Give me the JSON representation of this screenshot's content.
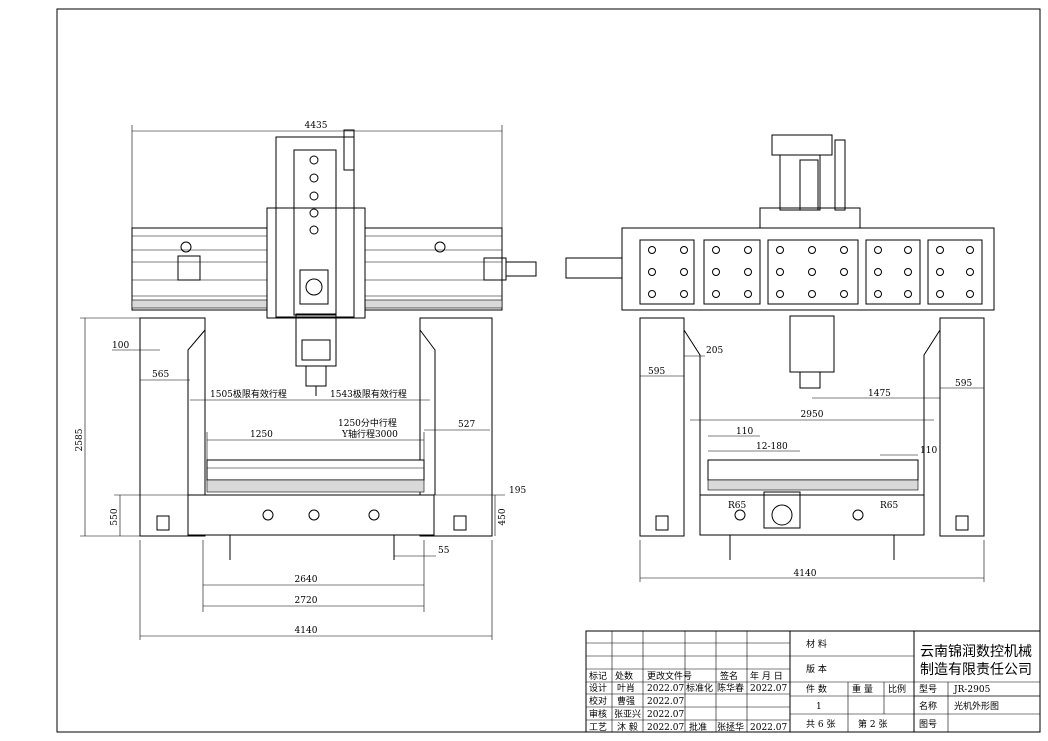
{
  "drawing": {
    "front_view": {
      "dims": {
        "overall_width_top": "4435",
        "overall_height": "2585",
        "left_offset": "100",
        "column_width": "565",
        "travel_left": "1505极限有效行程",
        "travel_right": "1543极限有效行程",
        "mid_travel": "1250分中行程",
        "y_travel": "Y轴行程3000",
        "table_half": "1250",
        "right_gap": "527",
        "bed_height": "550",
        "right_step": "195",
        "right_height": "450",
        "foot": "55",
        "width_2640": "2640",
        "width_2720": "2720",
        "overall_width_bottom": "4140"
      }
    },
    "side_view": {
      "dims": {
        "left_col": "595",
        "spindle_offset": "205",
        "spindle_to_col": "1475",
        "right_col": "595",
        "inner_width": "2950",
        "slot_110_left": "110",
        "slot_pitch": "12-180",
        "slot_110_right": "110",
        "radius_left": "R65",
        "radius_right": "R65",
        "overall_width": "4140"
      }
    }
  },
  "title_block": {
    "header": {
      "mark": "标记",
      "count": "处数",
      "doc": "更改文件号",
      "sign": "签名",
      "date": "年 月 日"
    },
    "rows": [
      {
        "role": "设计",
        "name": "叶肖",
        "date": "2022.07",
        "role2": "标准化",
        "name2": "陈华春",
        "date2": "2022.07"
      },
      {
        "role": "校对",
        "name": "曹强",
        "date": "2022.07"
      },
      {
        "role": "审核",
        "name": "张亚兴",
        "date": "2022.07"
      },
      {
        "role": "工艺",
        "name": "沐 毅",
        "date": "2022.07",
        "role2": "批准",
        "name2": "张拯华",
        "date2": "2022.07"
      }
    ],
    "material_label": "材 料",
    "version_label": "版 本",
    "qty_label": "件 数",
    "weight_label": "重 量",
    "scale_label": "比例",
    "qty_value": "1",
    "sheets": "共 6 张",
    "sheet_no": "第 2 张",
    "company_line1": "云南锦润数控机械",
    "company_line2": "制造有限责任公司",
    "model_label": "型号",
    "model_value": "JR-2905",
    "name_label": "名称",
    "name_value": "光机外形图",
    "drawing_no_label": "图号"
  }
}
